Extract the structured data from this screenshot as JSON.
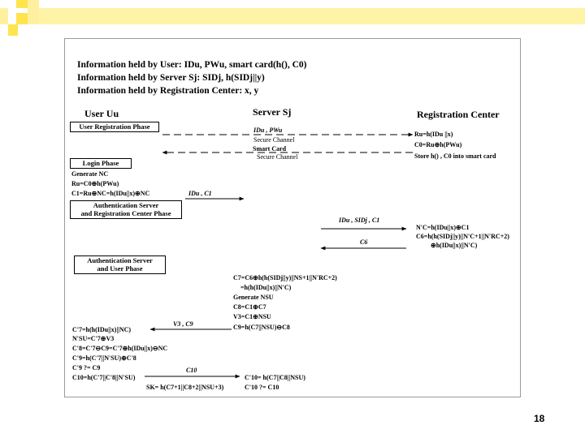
{
  "header": {
    "line1": "Information held by User: IDu, PWu, smart card(h(), C0)",
    "line2": "Information held by Server Sj:  SIDj, h(SIDj||y)",
    "line3": "Information held by Registration Center: x, y"
  },
  "columns": {
    "user": "User Uu",
    "server": "Server Sj",
    "rc": "Registration Center"
  },
  "phases": {
    "registration": "User Registration Phase",
    "login": "Login Phase",
    "auth_rc_1": "Authentication Server",
    "auth_rc_2": "and Registration Center Phase",
    "auth_user_1": "Authentication Server",
    "auth_user_2": "and User Phase"
  },
  "registration": {
    "msg": "IDu , PWu",
    "secure1": "Secure Channel",
    "smart_card": "Smart Card",
    "secure2": "Secure Channel",
    "rc1": "Ru=h(IDu ||x)",
    "rc2": "C0=Ru⊕h(PWu)",
    "rc3": "Store h() , C0 into smart card"
  },
  "login": {
    "l1": "Generate NC",
    "l2": "Ru=C0⊕h(PWu)",
    "l3": "C1=Ru⊕NC=h(IDu||x)⊕NC",
    "msg": "IDu , C1"
  },
  "server_rc": {
    "msg": "IDu , SIDj , C1",
    "rc1": "N'C=h(IDu||x)⊕C1",
    "rc2": "C6=h(h(SIDj||y)||N'C+1||N'RC+2)",
    "rc3": "⊕h(IDu||x)||N'C)",
    "msg2": "C6"
  },
  "server_user": {
    "s1": "C7=C6⊕h(h(SIDj||y)||NS+1||N'RC+2)",
    "s2": "=h(h(IDu||x)||N'C)",
    "s3": "Generate NSU",
    "s4": "C8=C1⊕C7",
    "s5": "V3=C1⊕NSU",
    "s6": "C9=h(C7||NSU)⊖C8",
    "msg": "V3 , C9",
    "u1": "C'7=h(h(IDu||x)||NC)",
    "u2": "N'SU=C'7⊕V3",
    "u3": "C'8=C'7⊖C9=C'7⊕h(IDu||x)⊖NC",
    "u4": "C'9=h(C'7||N'SU)⊕C'8",
    "u5": "C'9 ?= C9",
    "u6": "C10=h(C'7||C'8||N'SU)",
    "msg2": "C10",
    "s7": "C'10= h(C7||C8||NSU)",
    "s8": "C'10 ?= C10",
    "sk": "SK= h(C7+1||C8+2||NSU+3)"
  },
  "slide_number": "18"
}
